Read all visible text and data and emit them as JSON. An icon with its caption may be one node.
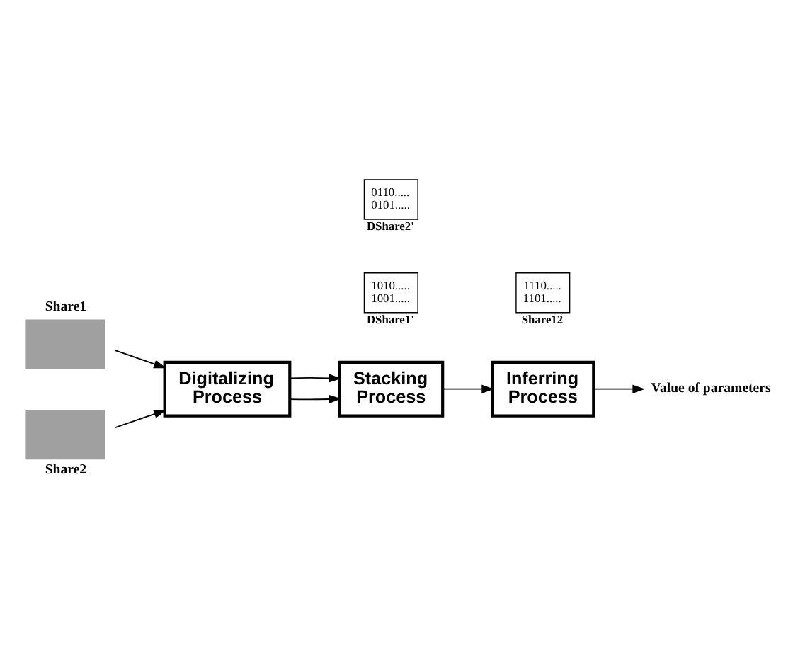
{
  "diagram": {
    "nodes": [
      {
        "text": [
          "Share1"
        ]
      },
      {
        "text": [
          "Share2"
        ]
      },
      {
        "text": [
          "Digitalizing Process"
        ]
      },
      {
        "text": [
          "Stacking Process"
        ]
      },
      {
        "text": [
          "Inferring Process"
        ]
      },
      {
        "text": [
          "Value of parameters"
        ]
      },
      {
        "text": [
          "1010..... 1001.....",
          "DShare1'"
        ]
      },
      {
        "text": [
          "0110..... 0101.....",
          "DShare2'"
        ]
      },
      {
        "text": [
          "1110..... 1101.....",
          "Share12"
        ]
      }
    ],
    "edges": [
      {
        "from": 0,
        "to": 2,
        "arrow": "to"
      },
      {
        "from": 1,
        "to": 2,
        "arrow": "to"
      },
      {
        "from": 2,
        "to": 3,
        "arrow": "to"
      },
      {
        "from": 2,
        "to": 3,
        "arrow": "to"
      },
      {
        "from": 3,
        "to": 4,
        "arrow": "to"
      },
      {
        "from": 4,
        "to": 5,
        "arrow": "to"
      }
    ]
  }
}
